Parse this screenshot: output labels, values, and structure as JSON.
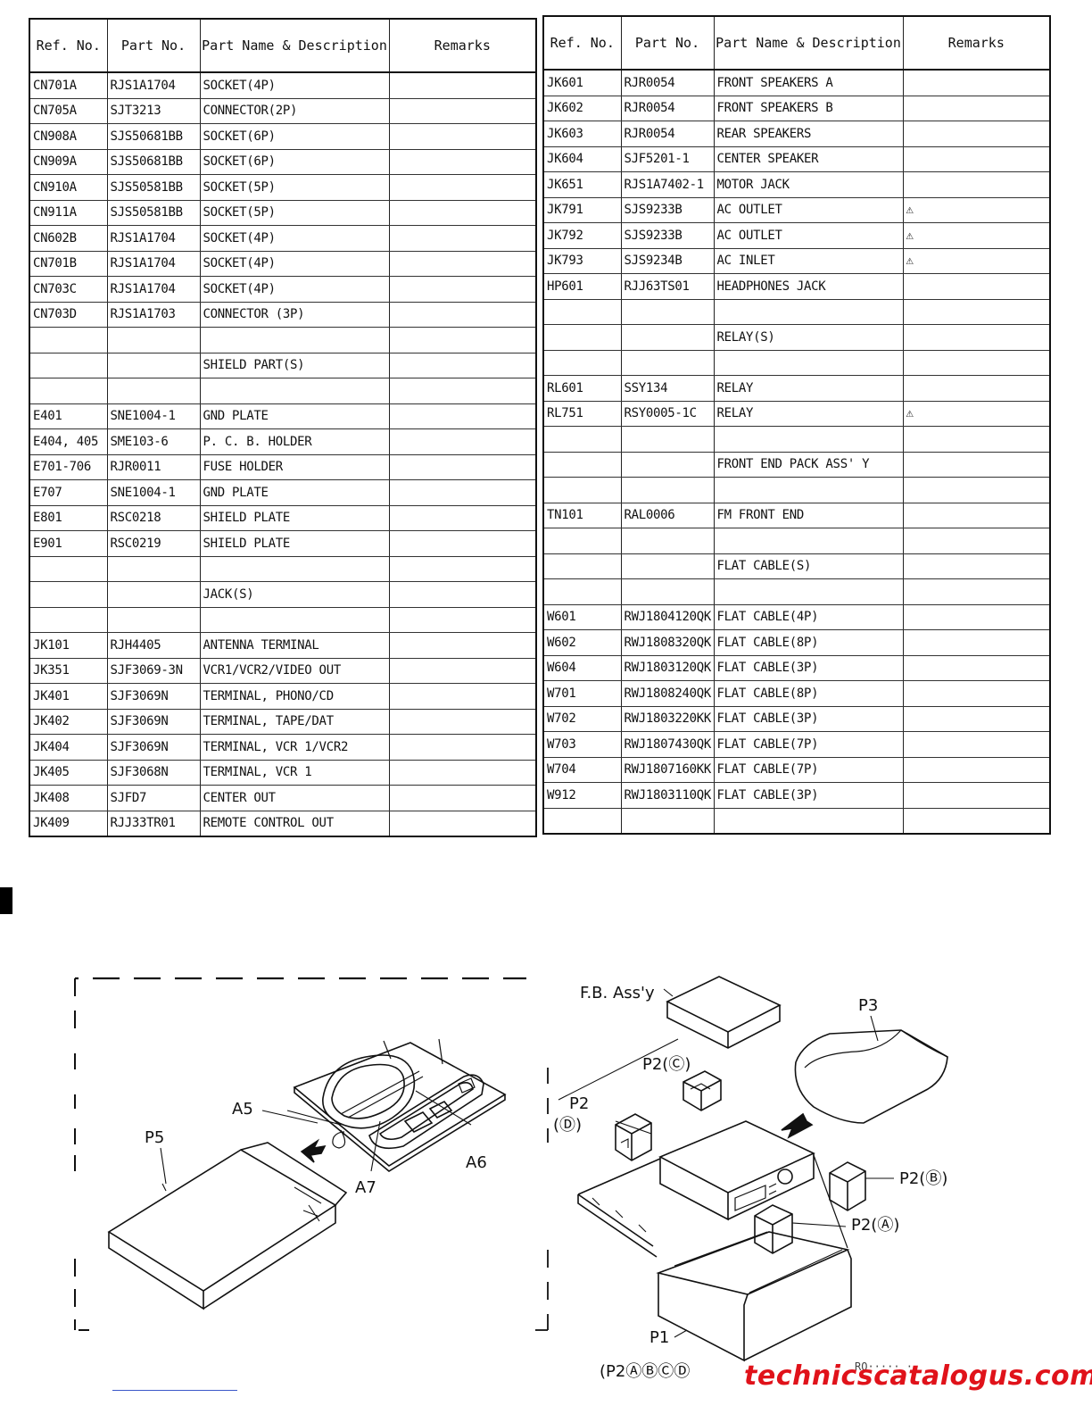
{
  "left_table": {
    "headers": [
      "Ref. No.",
      "Part No.",
      "Part Name & Description",
      "Remarks"
    ],
    "rows": [
      {
        "ref": "CN701A",
        "part": "RJS1A1704",
        "desc": "SOCKET(4P)",
        "remarks": ""
      },
      {
        "ref": "CN705A",
        "part": "SJT3213",
        "desc": "CONNECTOR(2P)",
        "remarks": ""
      },
      {
        "ref": "CN908A",
        "part": "SJS50681BB",
        "desc": "SOCKET(6P)",
        "remarks": ""
      },
      {
        "ref": "CN909A",
        "part": "SJS50681BB",
        "desc": "SOCKET(6P)",
        "remarks": ""
      },
      {
        "ref": "CN910A",
        "part": "SJS50581BB",
        "desc": "SOCKET(5P)",
        "remarks": ""
      },
      {
        "ref": "CN911A",
        "part": "SJS50581BB",
        "desc": "SOCKET(5P)",
        "remarks": ""
      },
      {
        "ref": "CN602B",
        "part": "RJS1A1704",
        "desc": "SOCKET(4P)",
        "remarks": ""
      },
      {
        "ref": "CN701B",
        "part": "RJS1A1704",
        "desc": "SOCKET(4P)",
        "remarks": ""
      },
      {
        "ref": "CN703C",
        "part": "RJS1A1704",
        "desc": "SOCKET(4P)",
        "remarks": ""
      },
      {
        "ref": "CN703D",
        "part": "RJS1A1703",
        "desc": "CONNECTOR (3P)",
        "remarks": ""
      },
      {
        "ref": "",
        "part": "",
        "desc": "",
        "remarks": ""
      },
      {
        "ref": "",
        "part": "",
        "desc": "SHIELD PART(S)",
        "remarks": ""
      },
      {
        "ref": "",
        "part": "",
        "desc": "",
        "remarks": ""
      },
      {
        "ref": "E401",
        "part": "SNE1004-1",
        "desc": "GND PLATE",
        "remarks": ""
      },
      {
        "ref": "E404, 405",
        "part": "SME103-6",
        "desc": "P. C. B. HOLDER",
        "remarks": ""
      },
      {
        "ref": "E701-706",
        "part": "RJR0011",
        "desc": "FUSE HOLDER",
        "remarks": ""
      },
      {
        "ref": "E707",
        "part": "SNE1004-1",
        "desc": "GND PLATE",
        "remarks": ""
      },
      {
        "ref": "E801",
        "part": "RSC0218",
        "desc": "SHIELD PLATE",
        "remarks": ""
      },
      {
        "ref": "E901",
        "part": "RSC0219",
        "desc": "SHIELD PLATE",
        "remarks": ""
      },
      {
        "ref": "",
        "part": "",
        "desc": "",
        "remarks": ""
      },
      {
        "ref": "",
        "part": "",
        "desc": "JACK(S)",
        "remarks": ""
      },
      {
        "ref": "",
        "part": "",
        "desc": "",
        "remarks": ""
      },
      {
        "ref": "JK101",
        "part": "RJH4405",
        "desc": "ANTENNA TERMINAL",
        "remarks": ""
      },
      {
        "ref": "JK351",
        "part": "SJF3069-3N",
        "desc": "VCR1/VCR2/VIDEO OUT",
        "remarks": ""
      },
      {
        "ref": "JK401",
        "part": "SJF3069N",
        "desc": "TERMINAL, PHONO/CD",
        "remarks": ""
      },
      {
        "ref": "JK402",
        "part": "SJF3069N",
        "desc": "TERMINAL, TAPE/DAT",
        "remarks": ""
      },
      {
        "ref": "JK404",
        "part": "SJF3069N",
        "desc": "TERMINAL, VCR 1/VCR2",
        "remarks": ""
      },
      {
        "ref": "JK405",
        "part": "SJF3068N",
        "desc": "TERMINAL, VCR 1",
        "remarks": ""
      },
      {
        "ref": "JK408",
        "part": "SJFD7",
        "desc": "CENTER OUT",
        "remarks": ""
      },
      {
        "ref": "JK409",
        "part": "RJJ33TR01",
        "desc": "REMOTE CONTROL OUT",
        "remarks": ""
      }
    ]
  },
  "right_table": {
    "headers": [
      "Ref. No.",
      "Part No.",
      "Part Name & Description",
      "Remarks"
    ],
    "rows": [
      {
        "ref": "JK601",
        "part": "RJR0054",
        "desc": "FRONT SPEAKERS A",
        "remarks": ""
      },
      {
        "ref": "JK602",
        "part": "RJR0054",
        "desc": "FRONT SPEAKERS B",
        "remarks": ""
      },
      {
        "ref": "JK603",
        "part": "RJR0054",
        "desc": "REAR SPEAKERS",
        "remarks": ""
      },
      {
        "ref": "JK604",
        "part": "SJF5201-1",
        "desc": "CENTER SPEAKER",
        "remarks": ""
      },
      {
        "ref": "JK651",
        "part": "RJS1A7402-1",
        "desc": "MOTOR JACK",
        "remarks": ""
      },
      {
        "ref": "JK791",
        "part": "SJS9233B",
        "desc": "AC OUTLET",
        "remarks": "⚠"
      },
      {
        "ref": "JK792",
        "part": "SJS9233B",
        "desc": "AC OUTLET",
        "remarks": "⚠"
      },
      {
        "ref": "JK793",
        "part": "SJS9234B",
        "desc": "AC INLET",
        "remarks": "⚠"
      },
      {
        "ref": "HP601",
        "part": "RJJ63TS01",
        "desc": "HEADPHONES JACK",
        "remarks": ""
      },
      {
        "ref": "",
        "part": "",
        "desc": "",
        "remarks": ""
      },
      {
        "ref": "",
        "part": "",
        "desc": "RELAY(S)",
        "remarks": ""
      },
      {
        "ref": "",
        "part": "",
        "desc": "",
        "remarks": ""
      },
      {
        "ref": "RL601",
        "part": "SSY134",
        "desc": "RELAY",
        "remarks": ""
      },
      {
        "ref": "RL751",
        "part": "RSY0005-1C",
        "desc": "RELAY",
        "remarks": "⚠"
      },
      {
        "ref": "",
        "part": "",
        "desc": "",
        "remarks": ""
      },
      {
        "ref": "",
        "part": "",
        "desc": "FRONT END PACK ASS' Y",
        "remarks": ""
      },
      {
        "ref": "",
        "part": "",
        "desc": "",
        "remarks": ""
      },
      {
        "ref": "TN101",
        "part": "RAL0006",
        "desc": "FM FRONT END",
        "remarks": ""
      },
      {
        "ref": "",
        "part": "",
        "desc": "",
        "remarks": ""
      },
      {
        "ref": "",
        "part": "",
        "desc": "FLAT CABLE(S)",
        "remarks": ""
      },
      {
        "ref": "",
        "part": "",
        "desc": "",
        "remarks": ""
      },
      {
        "ref": "W601",
        "part": "RWJ1804120QK",
        "desc": "FLAT CABLE(4P)",
        "remarks": ""
      },
      {
        "ref": "W602",
        "part": "RWJ1808320QK",
        "desc": "FLAT CABLE(8P)",
        "remarks": ""
      },
      {
        "ref": "W604",
        "part": "RWJ1803120QK",
        "desc": "FLAT CABLE(3P)",
        "remarks": ""
      },
      {
        "ref": "W701",
        "part": "RWJ1808240QK",
        "desc": "FLAT CABLE(8P)",
        "remarks": ""
      },
      {
        "ref": "W702",
        "part": "RWJ1803220KK",
        "desc": "FLAT CABLE(3P)",
        "remarks": ""
      },
      {
        "ref": "W703",
        "part": "RWJ1807430QK",
        "desc": "FLAT CABLE(7P)",
        "remarks": ""
      },
      {
        "ref": "W704",
        "part": "RWJ1807160KK",
        "desc": "FLAT CABLE(7P)",
        "remarks": ""
      },
      {
        "ref": "W912",
        "part": "RWJ1803110QK",
        "desc": "FLAT CABLE(3P)",
        "remarks": ""
      },
      {
        "ref": "",
        "part": "",
        "desc": "",
        "remarks": ""
      }
    ]
  },
  "diagram": {
    "labels": {
      "a5": "A5",
      "a6": "A6",
      "a7": "A7",
      "p5": "P5",
      "fb_assy": "F.B. Ass'y",
      "p3": "P3",
      "p2_c": "P2(Ⓒ)",
      "p2_d_top": "P2",
      "p2_d_bottom": "(Ⓓ)",
      "p2_b": "P2(Ⓑ)",
      "p2_a": "P2(Ⓐ)",
      "p1": "P1",
      "p2_all": "(P2ⒶⒷⒸⒹ"
    }
  },
  "watermark": "technicscatalogus.com",
  "cut_text": "RQ····· ·"
}
